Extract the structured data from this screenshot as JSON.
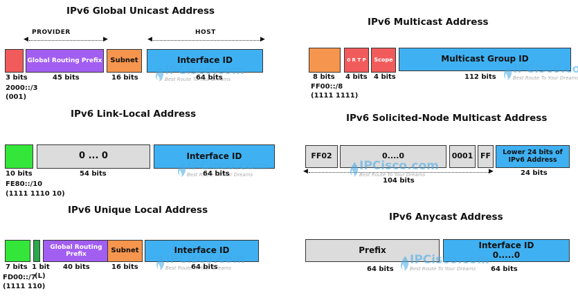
{
  "watermark": {
    "brand": "IPCisco.com",
    "slogan": "Best Route To Your Dreams",
    "icon": "flame-icon"
  },
  "global_unicast": {
    "title": "IPv6 Global Unicast Address",
    "provider_label": "PROVIDER",
    "host_label": "HOST",
    "fields": [
      {
        "label": "",
        "bits": "3 bits",
        "color": "#f15b5b"
      },
      {
        "label": "Global Routing Prefix",
        "bits": "45 bits",
        "color": "#a25ef0"
      },
      {
        "label": "Subnet",
        "bits": "16 bits",
        "color": "#f6954e"
      },
      {
        "label": "Interface ID",
        "bits": "64 bits",
        "color": "#3fb1f2"
      }
    ],
    "prefix_note": [
      "2000::/3",
      "(001)"
    ]
  },
  "multicast": {
    "title": "IPv6 Multicast Address",
    "fields": [
      {
        "label": "",
        "bits": "8 bits",
        "color": "#f6954e"
      },
      {
        "label": "0 R T P",
        "bits": "4 bits",
        "color": "#f15b5b"
      },
      {
        "label": "Scope",
        "bits": "4 bits",
        "color": "#f15b5b"
      },
      {
        "label": "Multicast Group ID",
        "bits": "112 bits",
        "color": "#3fb1f2"
      }
    ],
    "prefix_note": [
      "FF00::/8",
      "(1111 1111)"
    ]
  },
  "link_local": {
    "title": "IPv6 Link-Local Address",
    "fields": [
      {
        "label": "",
        "bits": "10 bits",
        "color": "#34e63a"
      },
      {
        "label": "0 ... 0",
        "bits": "54 bits",
        "color": "#dcdcdc"
      },
      {
        "label": "Interface ID",
        "bits": "64 bits",
        "color": "#3fb1f2"
      }
    ],
    "prefix_note": [
      "FE80::/10",
      "(1111 1110 10)"
    ]
  },
  "solicited_node": {
    "title": "IPv6 Solicited-Node Multicast Address",
    "fields": [
      {
        "label": "FF02",
        "color": "#dcdcdc"
      },
      {
        "label": "0....0",
        "color": "#dcdcdc"
      },
      {
        "label": "0001",
        "color": "#dcdcdc"
      },
      {
        "label": "FF",
        "color": "#dcdcdc"
      },
      {
        "label": "Lower 24 bits of IPv6 Address",
        "color": "#3fb1f2"
      }
    ],
    "span_bits": "104 bits",
    "last_bits": "24 bits"
  },
  "unique_local": {
    "title": "IPv6 Unique Local Address",
    "fields": [
      {
        "label": "",
        "bits": "7 bits",
        "color": "#34e63a"
      },
      {
        "label": "",
        "bits": "1 bit",
        "color": "#34e63a"
      },
      {
        "label": "Global Routing Prefix",
        "bits": "40 bits",
        "color": "#a25ef0"
      },
      {
        "label": "Subnet",
        "bits": "16 bits",
        "color": "#f6954e"
      },
      {
        "label": "Interface ID",
        "bits": "64 bits",
        "color": "#3fb1f2"
      }
    ],
    "l_note": "(L)",
    "prefix_note": [
      "FD00::/7",
      "(1111 110)"
    ]
  },
  "anycast": {
    "title": "IPv6 Anycast Address",
    "fields": [
      {
        "label": "Prefix",
        "bits": "64 bits",
        "color": "#dcdcdc"
      },
      {
        "label": "Interface ID",
        "sublabel": "0.....0",
        "bits": "64 bits",
        "color": "#3fb1f2"
      }
    ]
  }
}
